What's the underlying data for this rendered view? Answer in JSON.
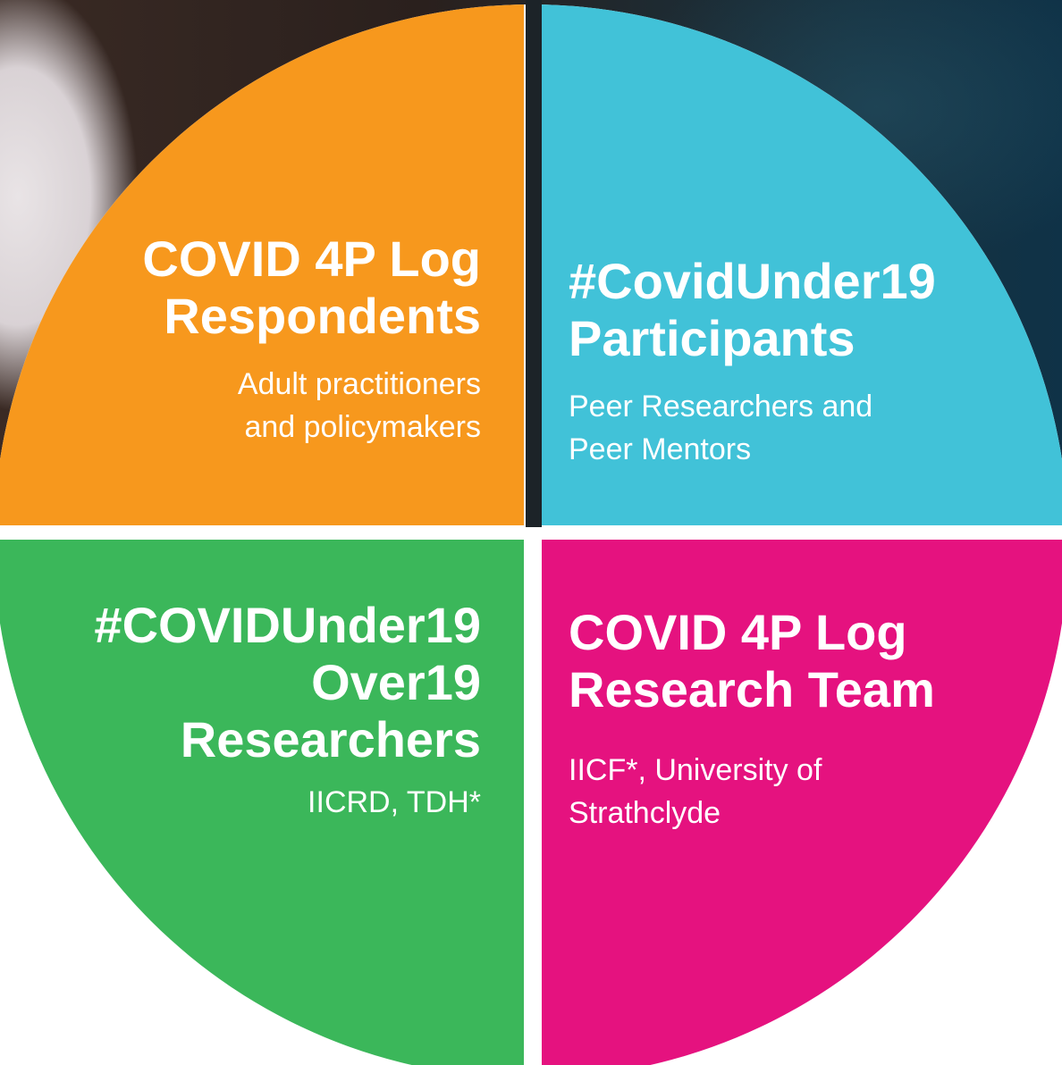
{
  "colors": {
    "orange": "#F7981D",
    "cyan": "#41C2D8",
    "green": "#3BB75A",
    "magenta": "#E5127F",
    "text": "#FFFFFF"
  },
  "quadrants": [
    {
      "title_lines": [
        "COVID 4P Log",
        "Respondents"
      ],
      "subtitle_lines": [
        "Adult practitioners",
        "and policymakers"
      ],
      "color": "#F7981D"
    },
    {
      "title_lines": [
        "#CovidUnder19",
        "Participants"
      ],
      "subtitle_lines": [
        "Peer Researchers and",
        "Peer Mentors"
      ],
      "color": "#41C2D8"
    },
    {
      "title_lines": [
        "#COVIDUnder19",
        "Over19",
        "Researchers"
      ],
      "subtitle_lines": [
        "IICRD, TDH*"
      ],
      "color": "#3BB75A"
    },
    {
      "title_lines": [
        "COVID 4P Log",
        "Research Team"
      ],
      "subtitle_lines": [
        "IICF*, University of",
        "Strathclyde"
      ],
      "color": "#E5127F"
    }
  ]
}
